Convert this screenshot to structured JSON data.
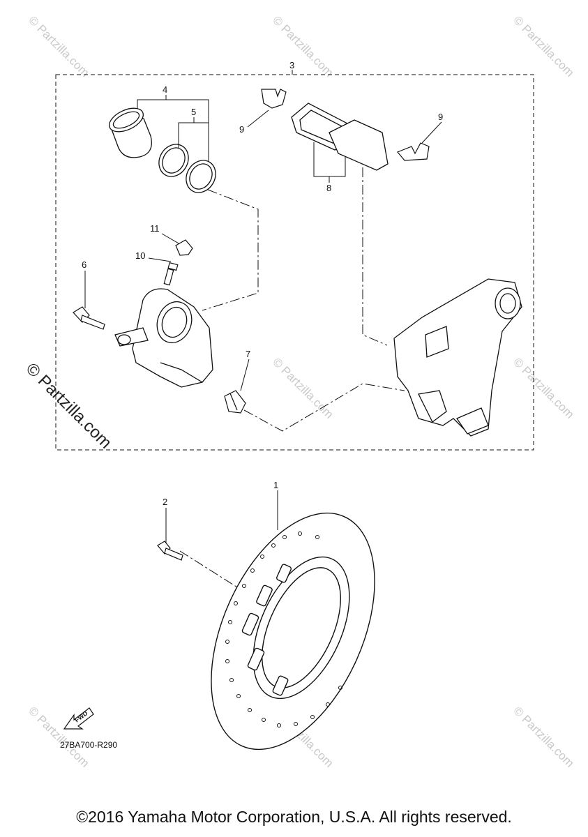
{
  "callouts": {
    "c1": "1",
    "c2": "2",
    "c3": "3",
    "c4": "4",
    "c5": "5",
    "c6": "6",
    "c7": "7",
    "c8": "8",
    "c9a": "9",
    "c9b": "9",
    "c10": "10",
    "c11": "11"
  },
  "diagram_code": "27BA700-R290",
  "fwd_label": "FWD",
  "watermark": "© Partzilla.com",
  "watermark_large": "© Partzilla.com",
  "copyright": "©2016 Yamaha Motor Corporation, U.S.A. All rights reserved.",
  "colors": {
    "line": "#111111",
    "watermark": "#c9c9c9",
    "background": "#ffffff"
  }
}
